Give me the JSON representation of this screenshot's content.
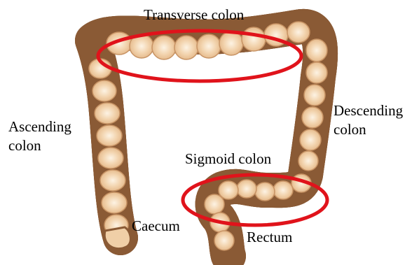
{
  "colors": {
    "outline": "#8a5a35",
    "outer_band": "#d7a877",
    "inner_fill": "#f0cfa7",
    "highlight": "#fbecd6",
    "marker_ellipse": "#e0131b",
    "text": "#000000"
  },
  "labels": {
    "transverse": "Transverse colon",
    "ascending_line1": "Ascending",
    "ascending_line2": "colon",
    "descending_line1": "Descending",
    "descending_line2": "colon",
    "sigmoid": "Sigmoid colon",
    "caecum": "Caecum",
    "rectum": "Rectum"
  },
  "highlighted_regions": [
    "transverse",
    "sigmoid"
  ]
}
